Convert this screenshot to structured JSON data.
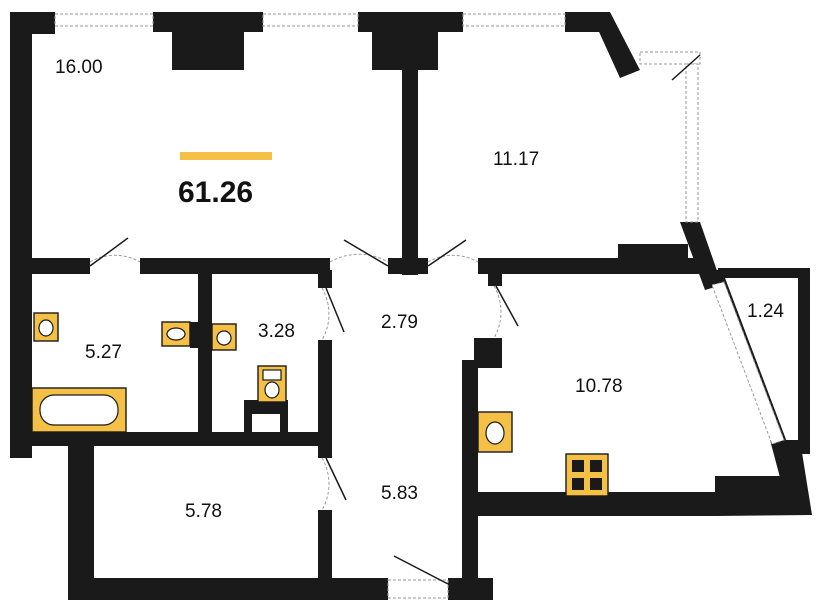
{
  "plan": {
    "total_area": "61.26",
    "accent_color": "#f4c146",
    "rooms": [
      {
        "id": "living",
        "area": "16.00"
      },
      {
        "id": "bedroom",
        "area": "11.17"
      },
      {
        "id": "bathroom",
        "area": "5.27"
      },
      {
        "id": "toilet",
        "area": "3.28"
      },
      {
        "id": "hall-upper",
        "area": "2.79"
      },
      {
        "id": "loggia",
        "area": "1.24"
      },
      {
        "id": "kitchen",
        "area": "10.78"
      },
      {
        "id": "storage",
        "area": "5.78"
      },
      {
        "id": "hall-lower",
        "area": "5.83"
      }
    ]
  }
}
